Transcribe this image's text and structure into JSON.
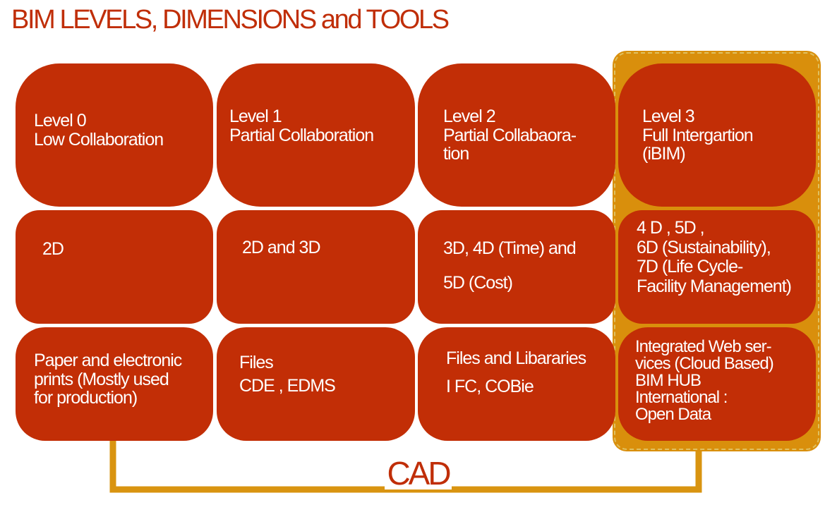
{
  "title": "BIM LEVELS, DIMENSIONS and TOOLS",
  "columns": [
    {
      "level": "Level 0\nLow  Collaboration",
      "dimensions": "2D",
      "tools": "Paper  and electronic\nprints  (Mostly used\nfor production)"
    },
    {
      "level": "Level 1\nPartial  Collaboration",
      "dimensions": "2D and 3D",
      "tools": "Files\nCDE , EDMS"
    },
    {
      "level": "Level 2\nPartial  Collabaora-\ntion",
      "dimensions": "3D, 4D  (Time) and\n\n5D (Cost)",
      "tools": "Files and Libararies\n\nI FC,  COBie"
    },
    {
      "level": "Level 3\nFull Intergartion\n(iBIM)",
      "dimensions": "4 D , 5D ,\n6D  (Sustainability),\n7D  (Life Cycle-\nFacility Management)",
      "tools": "Integrated Web ser-\nvices  (Cloud Based)\nBIM HUB\nInternational :\nOpen Data"
    }
  ],
  "bracket_label": "CAD",
  "colors": {
    "box": "#c22e06",
    "highlight": "#d98f0c",
    "bracket": "#d99410",
    "title": "#c02e08"
  }
}
